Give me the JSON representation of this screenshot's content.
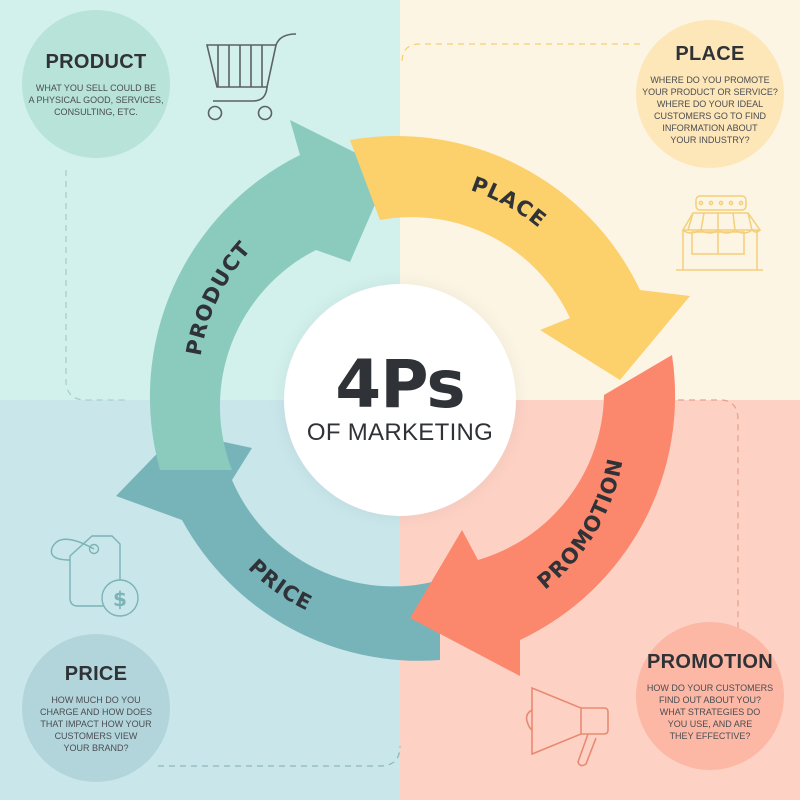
{
  "title": {
    "main": "4Ps",
    "subtitle": "OF MARKETING"
  },
  "cycle": {
    "segments": [
      {
        "label": "PRODUCT",
        "color": "#8acbbd"
      },
      {
        "label": "PLACE",
        "color": "#fcd06a"
      },
      {
        "label": "PROMOTION",
        "color": "#fb876c"
      },
      {
        "label": "PRICE",
        "color": "#77b4ba"
      }
    ]
  },
  "cards": {
    "product": {
      "title": "PRODUCT",
      "description": "WHAT YOU SELL COULD BE\nA PHYSICAL GOOD, SERVICES,\nCONSULTING, ETC.",
      "icon": "shopping-cart-icon"
    },
    "place": {
      "title": "PLACE",
      "description": "WHERE DO YOU PROMOTE\nYOUR PRODUCT OR SERVICE?\nWHERE DO YOUR IDEAL\nCUSTOMERS GO TO FIND\nINFORMATION ABOUT\nYOUR INDUSTRY?",
      "icon": "storefront-icon"
    },
    "price": {
      "title": "PRICE",
      "description": "HOW MUCH DO YOU\nCHARGE AND HOW DOES\nTHAT IMPACT HOW YOUR\nCUSTOMERS VIEW\nYOUR BRAND?",
      "icon": "price-tag-dollar-icon"
    },
    "promotion": {
      "title": "PROMOTION",
      "description": "HOW DO YOUR CUSTOMERS\nFIND OUT ABOUT YOU?\nWHAT STRATEGIES DO\nYOU USE, AND ARE\nTHEY EFFECTIVE?",
      "icon": "megaphone-icon"
    }
  },
  "colors": {
    "product_bg": "#d2f0ec",
    "place_bg": "#fdf5e4",
    "price_bg": "#c9e6ea",
    "promotion_bg": "#fdd2c5",
    "text_dark": "#2f3236"
  }
}
